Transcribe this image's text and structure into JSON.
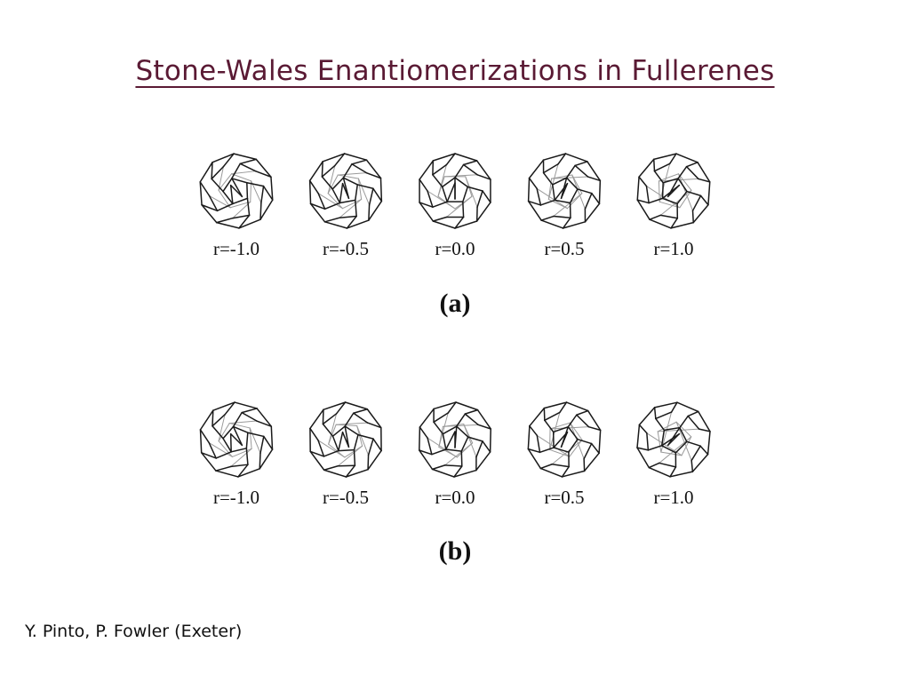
{
  "title": "Stone-Wales Enantiomerizations in Fullerenes",
  "panels": [
    {
      "label": "(a)",
      "molecules": [
        {
          "r_label": "r=-1.0",
          "r": -1.0
        },
        {
          "r_label": "r=-0.5",
          "r": -0.5
        },
        {
          "r_label": "r=0.0",
          "r": 0.0
        },
        {
          "r_label": "r=0.5",
          "r": 0.5
        },
        {
          "r_label": "r=1.0",
          "r": 1.0
        }
      ]
    },
    {
      "label": "(b)",
      "molecules": [
        {
          "r_label": "r=-1.0",
          "r": -1.0
        },
        {
          "r_label": "r=-0.5",
          "r": -0.5
        },
        {
          "r_label": "r=0.0",
          "r": 0.0
        },
        {
          "r_label": "r=0.5",
          "r": 0.5
        },
        {
          "r_label": "r=1.0",
          "r": 1.0
        }
      ]
    }
  ],
  "credit": "Y. Pinto, P. Fowler (Exeter)"
}
